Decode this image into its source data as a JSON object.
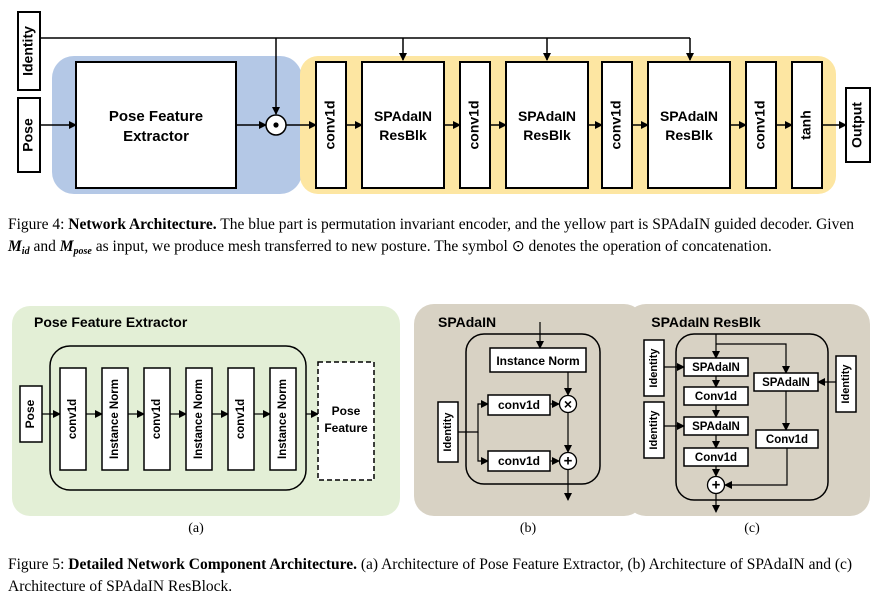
{
  "figure4": {
    "inputs": {
      "identity": "Identity",
      "pose": "Pose"
    },
    "pose_feature_extractor": [
      "Pose Feature",
      "Extractor"
    ],
    "concat_symbol": "⊙",
    "decoder_blocks": {
      "conv1d": "conv1d",
      "spadain_line1": "SPAdaIN",
      "spadain_line2": "ResBlk",
      "tanh": "tanh"
    },
    "output": "Output",
    "caption": {
      "label": "Figure 4:",
      "bold": "Network Architecture.",
      "text1": "The blue part is permutation invariant encoder, and the yellow part is SPAdaIN guided decoder. Given",
      "m_id": "M",
      "m_id_sub": "id",
      "text2": "and",
      "m_pose": "M",
      "m_pose_sub": "pose",
      "text3": "as input, we produce mesh transferred to new posture. The symbol ⊙ denotes the operation of concatenation."
    }
  },
  "figure5": {
    "a": {
      "title": "Pose Feature Extractor",
      "input": "Pose",
      "layers": [
        "conv1d",
        "Instance Norm",
        "conv1d",
        "Instance Norm",
        "conv1d",
        "Instance Norm"
      ],
      "output": [
        "Pose",
        "Feature"
      ],
      "label": "(a)"
    },
    "b": {
      "title": "SPAdaIN",
      "instance_norm": "Instance Norm",
      "identity": "Identity",
      "conv_top": "conv1d",
      "conv_bottom": "conv1d",
      "multiply": "×",
      "add": "+",
      "label": "(b)"
    },
    "c": {
      "title": "SPAdaIN ResBlk",
      "identity": "Identity",
      "spadain": "SPAdaIN",
      "conv": "Conv1d",
      "add": "+",
      "label": "(c)"
    },
    "caption": {
      "label": "Figure 5:",
      "bold": "Detailed Network Component Architecture.",
      "text": "(a) Architecture of Pose Feature Extractor, (b) Architecture of SPAdaIN and (c) Architecture of SPAdaIN ResBlock."
    }
  },
  "colors": {
    "encoder_blue": "#b4c8e6",
    "decoder_yellow": "#fde6a2",
    "panel_green": "#e3efd6",
    "panel_taupe": "#d8d2c4",
    "stroke": "#000000"
  }
}
